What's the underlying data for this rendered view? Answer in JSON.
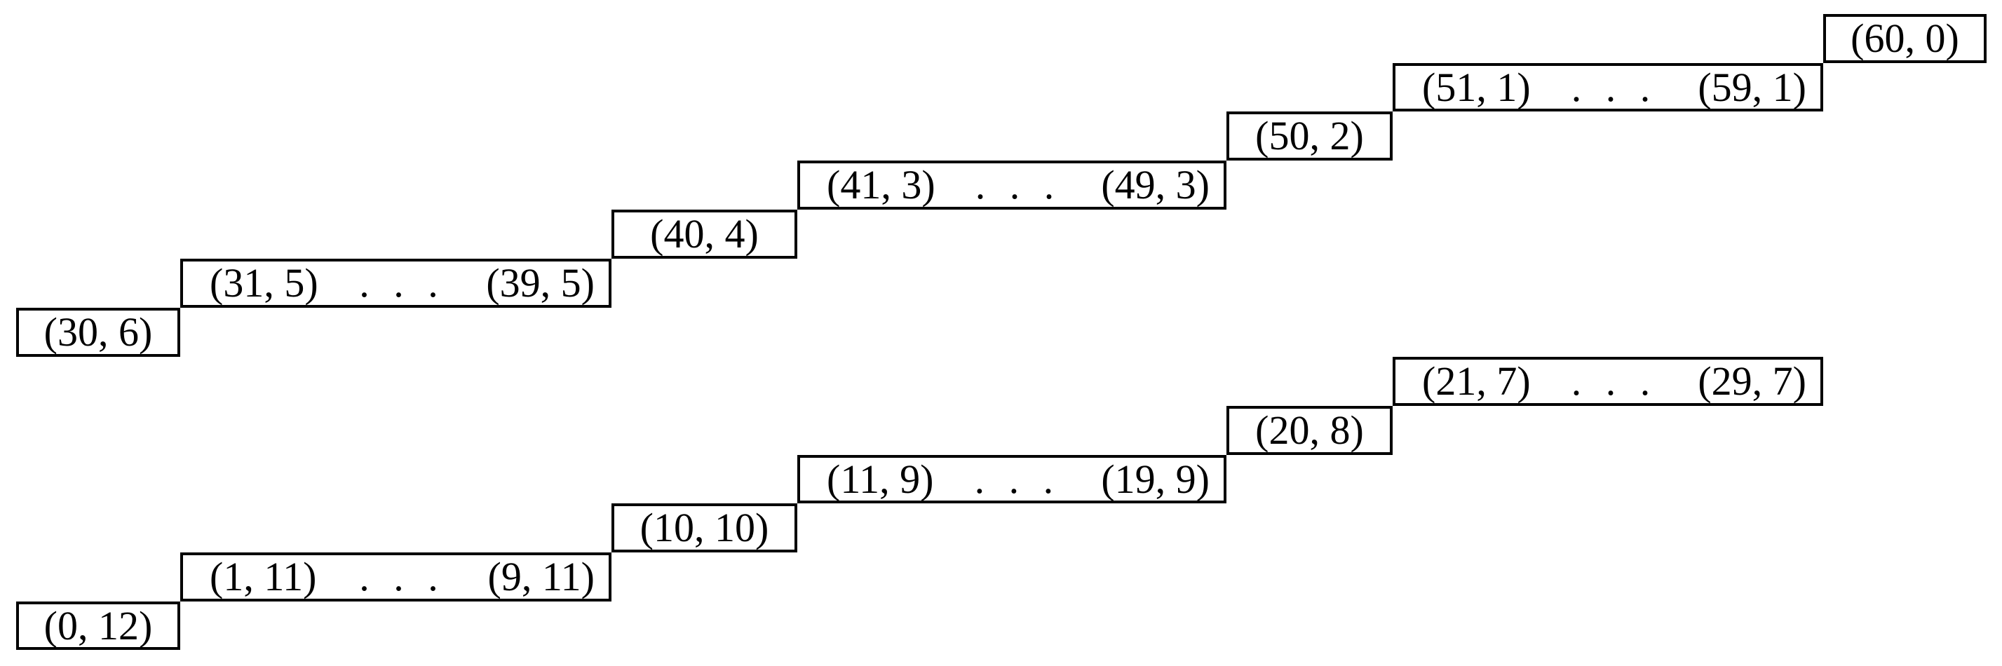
{
  "diagram": {
    "description": "Two staircase diagrams of boxed lattice-point labels (n, k), descending from upper right to lower left",
    "colors": {
      "line": "#000000",
      "background": "#ffffff"
    },
    "boxes": [
      {
        "kind": "single",
        "label": "(60, 0)"
      },
      {
        "kind": "range",
        "start": "(51, 1)",
        "ellipsis": ". . .",
        "end": "(59, 1)"
      },
      {
        "kind": "single",
        "label": "(50, 2)"
      },
      {
        "kind": "range",
        "start": "(41, 3)",
        "ellipsis": ". . .",
        "end": "(49, 3)"
      },
      {
        "kind": "single",
        "label": "(40, 4)"
      },
      {
        "kind": "range",
        "start": "(31, 5)",
        "ellipsis": ". . .",
        "end": "(39, 5)"
      },
      {
        "kind": "single",
        "label": "(30, 6)"
      },
      {
        "kind": "range",
        "start": "(21, 7)",
        "ellipsis": ". . .",
        "end": "(29, 7)"
      },
      {
        "kind": "single",
        "label": "(20, 8)"
      },
      {
        "kind": "range",
        "start": "(11, 9)",
        "ellipsis": ". . .",
        "end": "(19, 9)"
      },
      {
        "kind": "single",
        "label": "(10, 10)"
      },
      {
        "kind": "range",
        "start": "(1, 11)",
        "ellipsis": ". . .",
        "end": "(9, 11)"
      },
      {
        "kind": "single",
        "label": "(0, 12)"
      }
    ]
  }
}
